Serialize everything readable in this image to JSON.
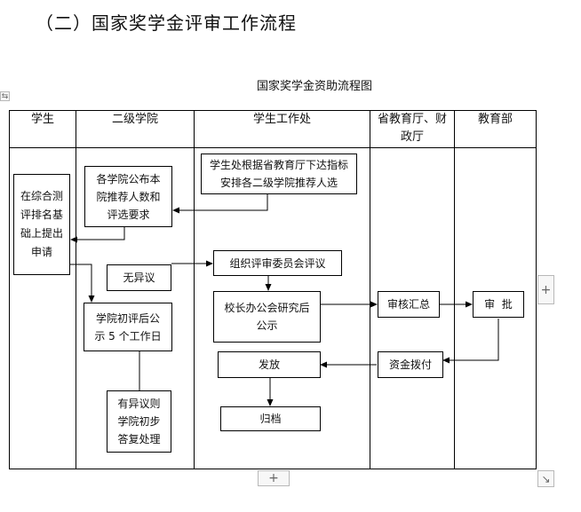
{
  "heading": "（二）国家奖学金评审工作流程",
  "chart_title": "国家奖学金资助流程图",
  "columns": {
    "student": "学生",
    "college": "二级学院",
    "affairs": "学生工作处",
    "province": "省教育厅、财政厅",
    "ministry": "教育部"
  },
  "boxes": {
    "student_apply": "在综合测评排名基础上提出申请",
    "college_publish": "各学院公布本院推荐人数和评选要求",
    "affairs_assign": "学生处根据省教育厅下达指标安排各二级学院推荐人选",
    "no_objection": "无异议",
    "committee_review": "组织评审委员会评议",
    "college_publicize": "学院初评后公示 5 个工作日",
    "office_meeting": "校长办公会研究后公示",
    "province_summary": "审核汇总",
    "ministry_approve": "审  批",
    "distribute": "发放",
    "fund_allocate": "资金拨付",
    "objection_handle": "有异议则学院初步答复处理",
    "archive": "归档"
  },
  "ui": {
    "move_handle": "⇆",
    "add_row": "+",
    "add_column": "+",
    "resize_handle": "↘"
  }
}
